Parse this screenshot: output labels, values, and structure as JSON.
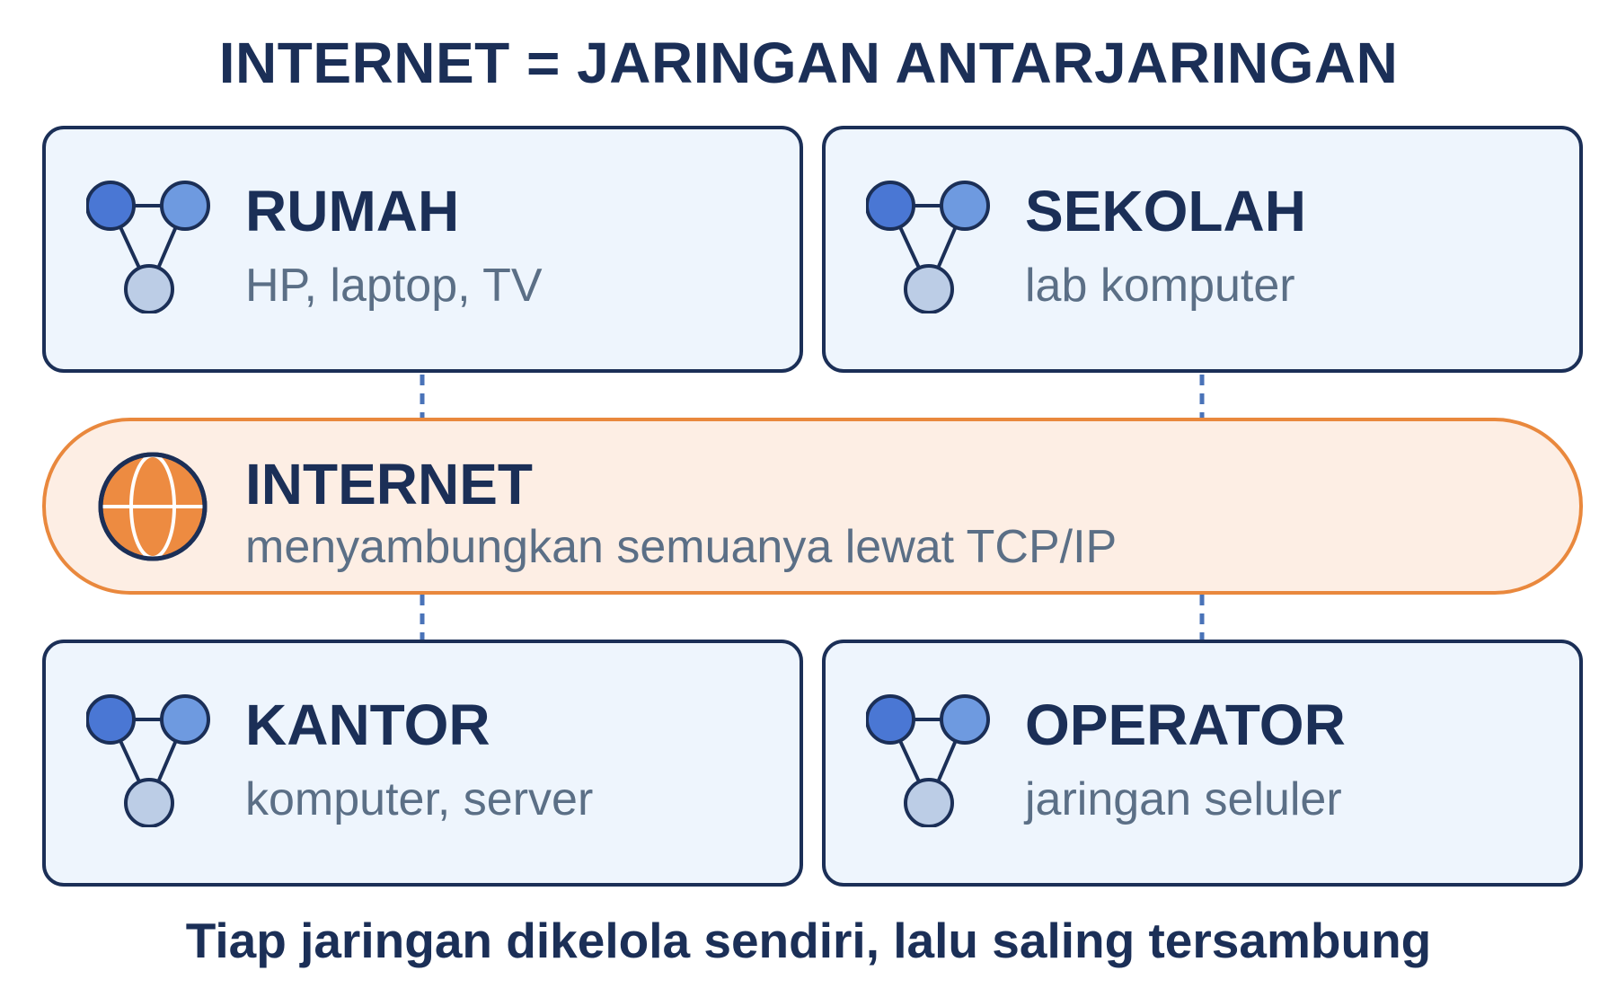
{
  "title": "INTERNET = JARINGAN ANTARJARINGAN",
  "networks": [
    {
      "name": "RUMAH",
      "devices": "HP, laptop, TV",
      "icon": "network-nodes-icon"
    },
    {
      "name": "SEKOLAH",
      "devices": "lab komputer",
      "icon": "network-nodes-icon"
    },
    {
      "name": "KANTOR",
      "devices": "komputer, server",
      "icon": "network-nodes-icon"
    },
    {
      "name": "OPERATOR",
      "devices": "jaringan seluler",
      "icon": "network-nodes-icon"
    }
  ],
  "internet": {
    "title": "INTERNET",
    "subtitle": "menyambungkan semuanya lewat TCP/IP",
    "icon": "globe-icon"
  },
  "footer": "Tiap jaringan dikelola sendiri, lalu saling tersambung",
  "colors": {
    "navy": "#1b2f57",
    "card_fill": "#eef5fd",
    "internet_fill": "#fdeee4",
    "internet_border": "#e9883d",
    "connector": "#4a73b8",
    "node_dark": "#4a77d4",
    "node_mid": "#6e9ae0",
    "node_light": "#bccde6",
    "globe_fill": "#ed8b41"
  }
}
